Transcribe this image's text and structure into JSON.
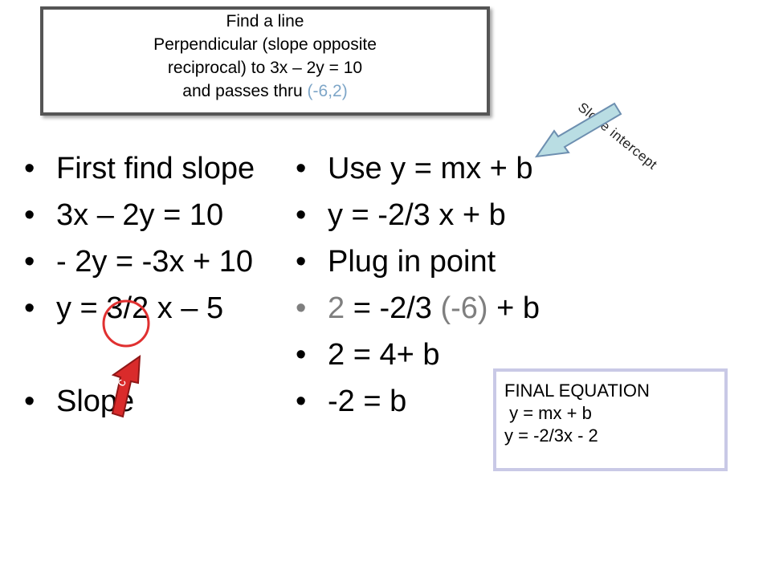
{
  "title_box": {
    "line1": "Find a line",
    "line2": "Perpendicular  (slope opposite",
    "line3": "reciprocal)  to 3x – 2y = 10",
    "line4_prefix": "and passes  thru ",
    "line4_point": "(-6,2)"
  },
  "left_column": {
    "items": [
      "First find slope",
      "3x – 2y = 10",
      "- 2y = -3x + 10",
      "y = 3/2 x – 5",
      "Slope"
    ]
  },
  "right_column": {
    "item1": "Use y = mx + b",
    "item2": "y = -2/3 x + b",
    "item3": "Plug in point",
    "item4_a": "2",
    "item4_b": " = -2/3 ",
    "item4_c": "(-6)",
    "item4_d": " + b",
    "item5": "2 =  4+ b",
    "item6": "-2 = b"
  },
  "final_box": {
    "line1": "FINAL EQUATION",
    "line2": " y = mx + b",
    "line3": "y = -2/3x - 2"
  },
  "annotations": {
    "slope_intercept_note": "Slope intercept",
    "arrow_label": "c"
  },
  "colors": {
    "point_blue": "#7ea6c8",
    "gray_text": "#7f7f7f",
    "circle_red": "#e03030",
    "arrow_red": "#d92b2b",
    "arrow_blue_fill": "#b9dde3",
    "arrow_blue_stroke": "#6d8fb0",
    "final_box_border": "#c9c9e6"
  },
  "icons": {
    "red_arrow": "arrow-up-right-icon",
    "blue_arrow": "arrow-down-left-icon",
    "circle": "highlight-circle"
  }
}
